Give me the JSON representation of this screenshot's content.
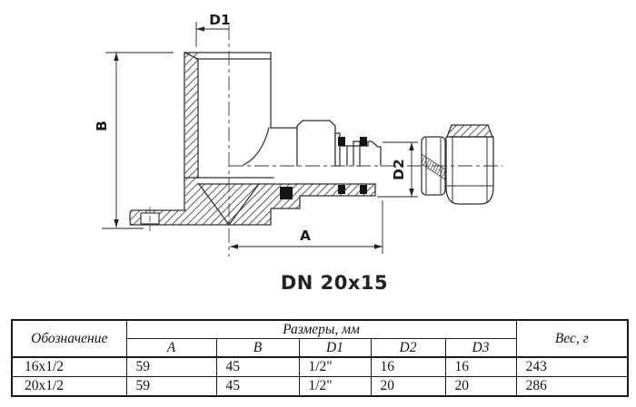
{
  "drawing": {
    "caption": "DN 20x15",
    "dimension_labels": {
      "d1": "D1",
      "b": "B",
      "d2": "D2",
      "a": "A"
    }
  },
  "table": {
    "headers": {
      "designation": "Обозначение",
      "dimensions": "Размеры, мм",
      "weight": "Вес, г"
    },
    "subheaders": [
      "A",
      "B",
      "D1",
      "D2",
      "D3"
    ],
    "rows": [
      {
        "designation": "16x1/2",
        "a": "59",
        "b": "45",
        "d1": "1/2\"",
        "d2": "16",
        "d3": "16",
        "weight": "243"
      },
      {
        "designation": "20x1/2",
        "a": "59",
        "b": "45",
        "d1": "1/2\"",
        "d2": "20",
        "d3": "20",
        "weight": "286"
      }
    ]
  },
  "colors": {
    "line": "#2e2e2e",
    "text": "#1a1a1a",
    "background": "#ffffff"
  }
}
